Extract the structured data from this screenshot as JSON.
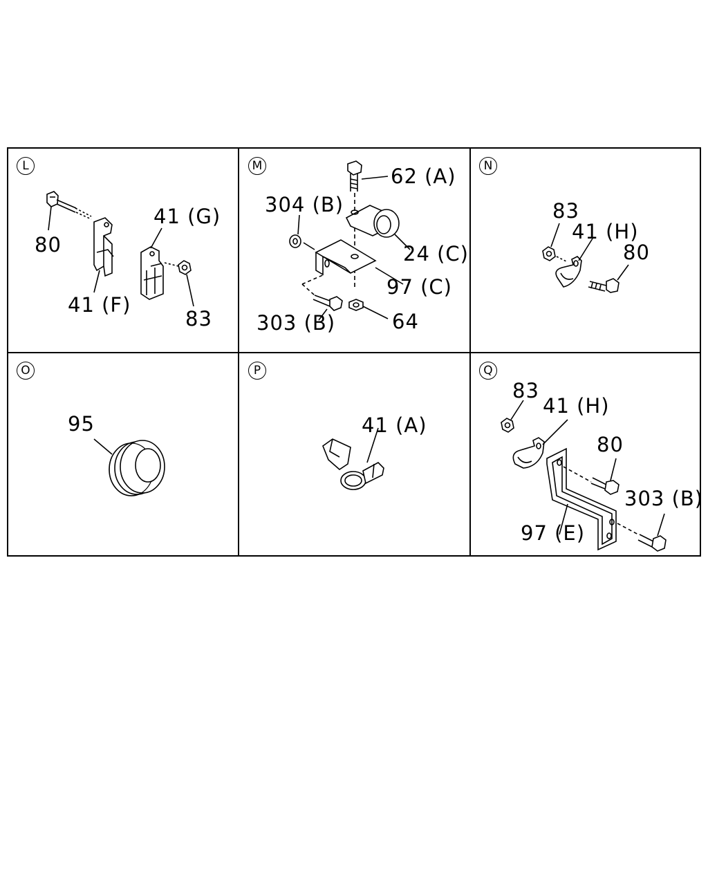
{
  "panels": [
    {
      "letter": "L",
      "callouts": [
        {
          "id": "80",
          "text": "80"
        },
        {
          "id": "41F",
          "text": "41 (F)"
        },
        {
          "id": "41G",
          "text": "41 (G)"
        },
        {
          "id": "83",
          "text": "83"
        }
      ]
    },
    {
      "letter": "M",
      "callouts": [
        {
          "id": "62A",
          "text": "62 (A)"
        },
        {
          "id": "304B",
          "text": "304 (B)"
        },
        {
          "id": "24C",
          "text": "24 (C)"
        },
        {
          "id": "97C",
          "text": "97 (C)"
        },
        {
          "id": "303B",
          "text": "303 (B)"
        },
        {
          "id": "64",
          "text": "64"
        }
      ]
    },
    {
      "letter": "N",
      "callouts": [
        {
          "id": "83",
          "text": "83"
        },
        {
          "id": "41H",
          "text": "41 (H)"
        },
        {
          "id": "80",
          "text": "80"
        }
      ]
    },
    {
      "letter": "O",
      "callouts": [
        {
          "id": "95",
          "text": "95"
        }
      ]
    },
    {
      "letter": "P",
      "callouts": [
        {
          "id": "41A",
          "text": "41 (A)"
        }
      ]
    },
    {
      "letter": "Q",
      "callouts": [
        {
          "id": "83",
          "text": "83"
        },
        {
          "id": "41H",
          "text": "41 (H)"
        },
        {
          "id": "80",
          "text": "80"
        },
        {
          "id": "303B",
          "text": "303 (B)"
        },
        {
          "id": "97E",
          "text": "97 (E)"
        }
      ]
    }
  ]
}
